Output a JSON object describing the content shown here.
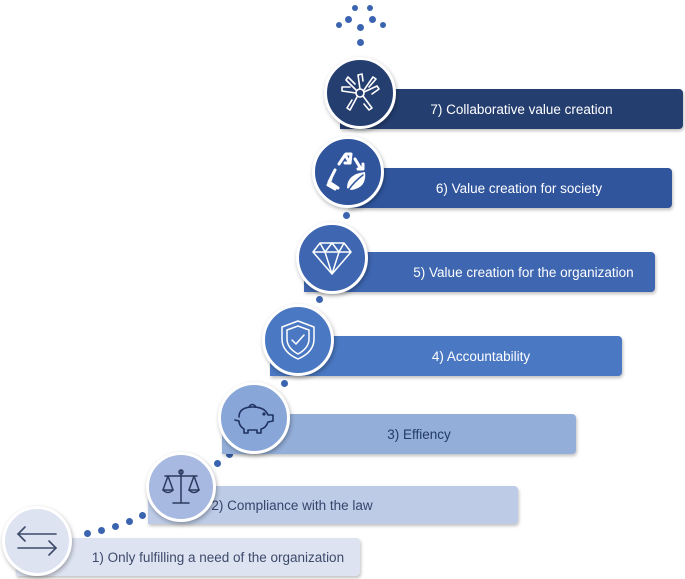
{
  "colors": {
    "level1": "#dde3f1",
    "level2": "#bdcbe6",
    "level3": "#93aed9",
    "level4": "#4a78c2",
    "level5": "#3e66b1",
    "level6": "#30559d",
    "level7": "#253e70",
    "dots": "#3b64b0"
  },
  "steps": [
    {
      "label": "1) Only fulfilling a need of the organization",
      "icon": "arrows-exchange-icon"
    },
    {
      "label": "2) Compliance with the law",
      "icon": "scales-icon"
    },
    {
      "label": "3)  Effiency",
      "icon": "piggy-bank-icon"
    },
    {
      "label": "4) Accountability",
      "icon": "shield-check-icon"
    },
    {
      "label": "5) Value creation for the organization",
      "icon": "diamond-icon"
    },
    {
      "label": "6) Value creation for society",
      "icon": "recycle-leaf-icon"
    },
    {
      "label": "7) Collaborative value creation",
      "icon": "joined-hands-icon"
    }
  ]
}
